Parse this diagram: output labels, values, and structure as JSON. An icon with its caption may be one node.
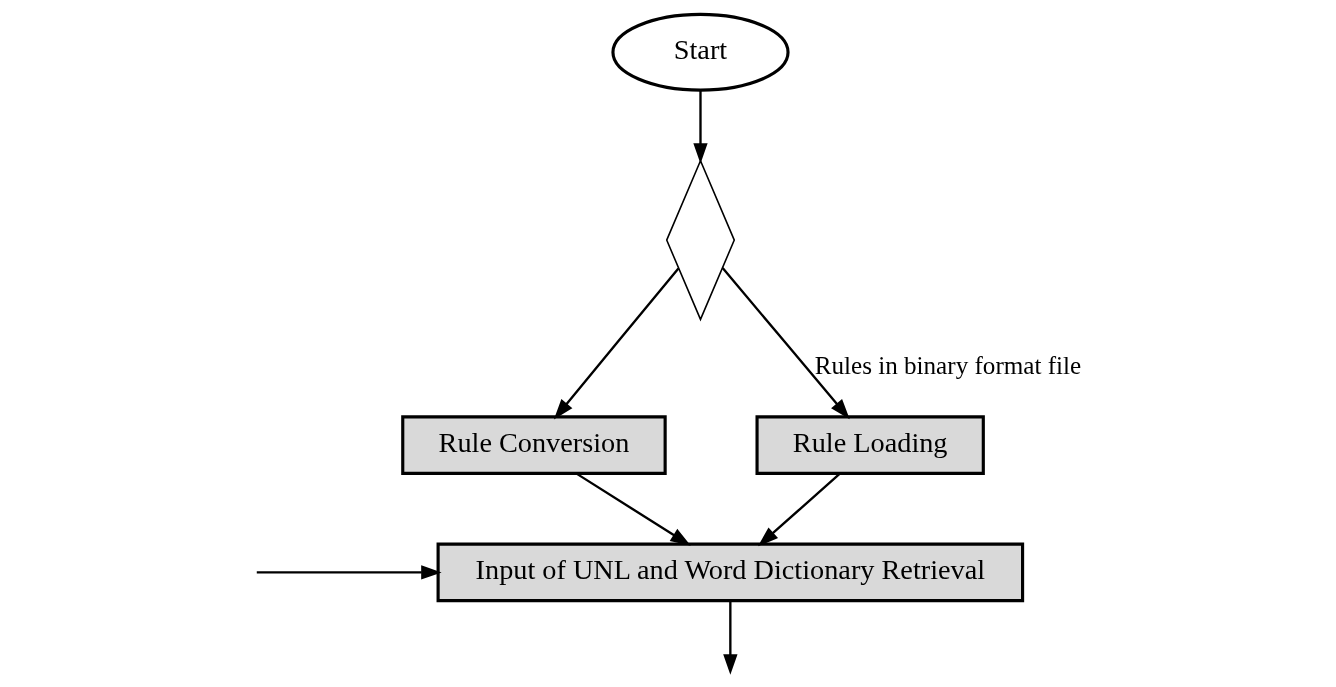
{
  "diagram": {
    "nodes": [
      {
        "text": [
          "Start"
        ]
      },
      {
        "text": [],
        "shape": "diamond"
      },
      {
        "text": [
          "Rule Conversion"
        ]
      },
      {
        "text": [
          "Rule Loading"
        ]
      },
      {
        "text": [
          "Input of UNL and Word Dictionary Retrieval"
        ]
      }
    ],
    "edges": [
      {
        "from": 0,
        "to": 1,
        "arrow": "to"
      },
      {
        "from": 1,
        "to": 2,
        "arrow": "to"
      },
      {
        "from": 1,
        "to": 3,
        "arrow": "to",
        "label": "Rules in binary format file"
      },
      {
        "from": 2,
        "to": 4,
        "arrow": "to"
      },
      {
        "from": 3,
        "to": 4,
        "arrow": "to"
      },
      {
        "from": null,
        "to": 4,
        "arrow": "to"
      },
      {
        "from": 4,
        "to": null,
        "arrow": "to"
      }
    ]
  }
}
